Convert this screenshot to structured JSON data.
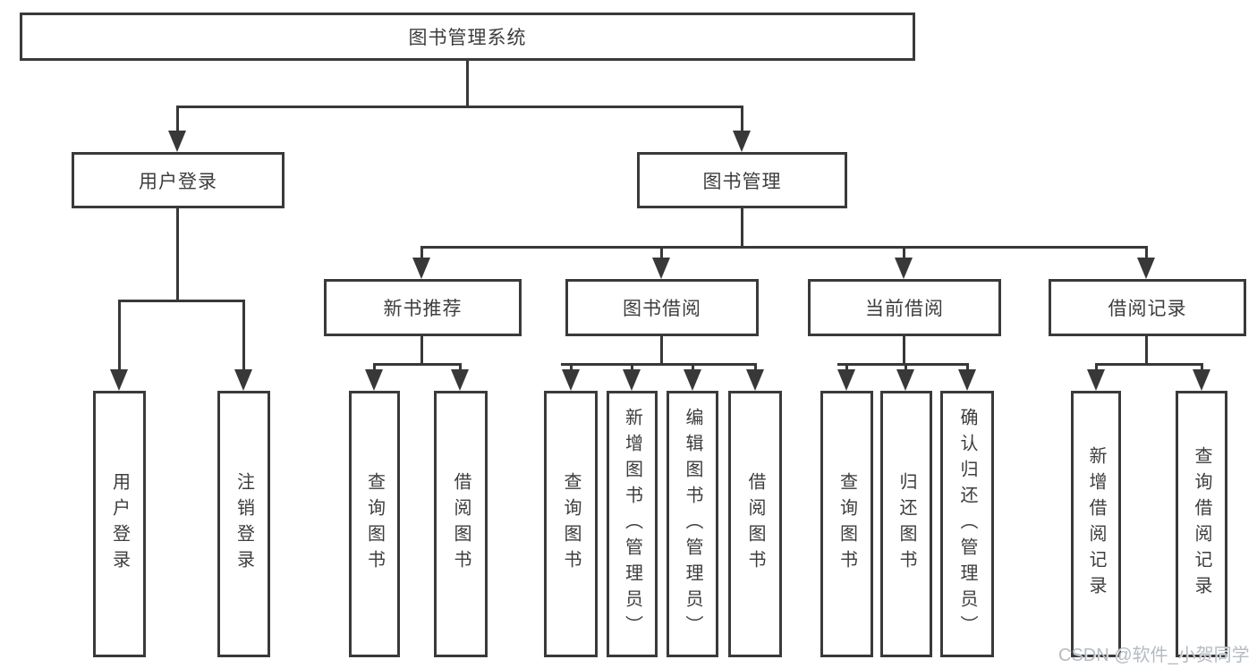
{
  "nodes": {
    "root": "图书管理系统",
    "user_login": "用户登录",
    "book_mgmt": "图书管理",
    "new_books": "新书推荐",
    "book_borrow": "图书借阅",
    "current_borrow": "当前借阅",
    "borrow_records": "借阅记录",
    "leaves": {
      "user_login": [
        "用户登录",
        "注销登录"
      ],
      "new_books": [
        "查询图书",
        "借阅图书"
      ],
      "book_borrow": [
        "查询图书",
        "新增图书（管理员）",
        "编辑图书（管理员）",
        "借阅图书"
      ],
      "current_borrow": [
        "查询图书",
        "归还图书",
        "确认归还（管理员）"
      ],
      "borrow_records": [
        "新增借阅记录",
        "查询借阅记录"
      ]
    }
  },
  "watermark": "CSDN @软件_小贺同学",
  "colors": {
    "line": "#383838",
    "border": "#3a3a3a",
    "text": "#3d3d3d",
    "watermark": "#b5bbc1",
    "background": "#ffffff"
  }
}
